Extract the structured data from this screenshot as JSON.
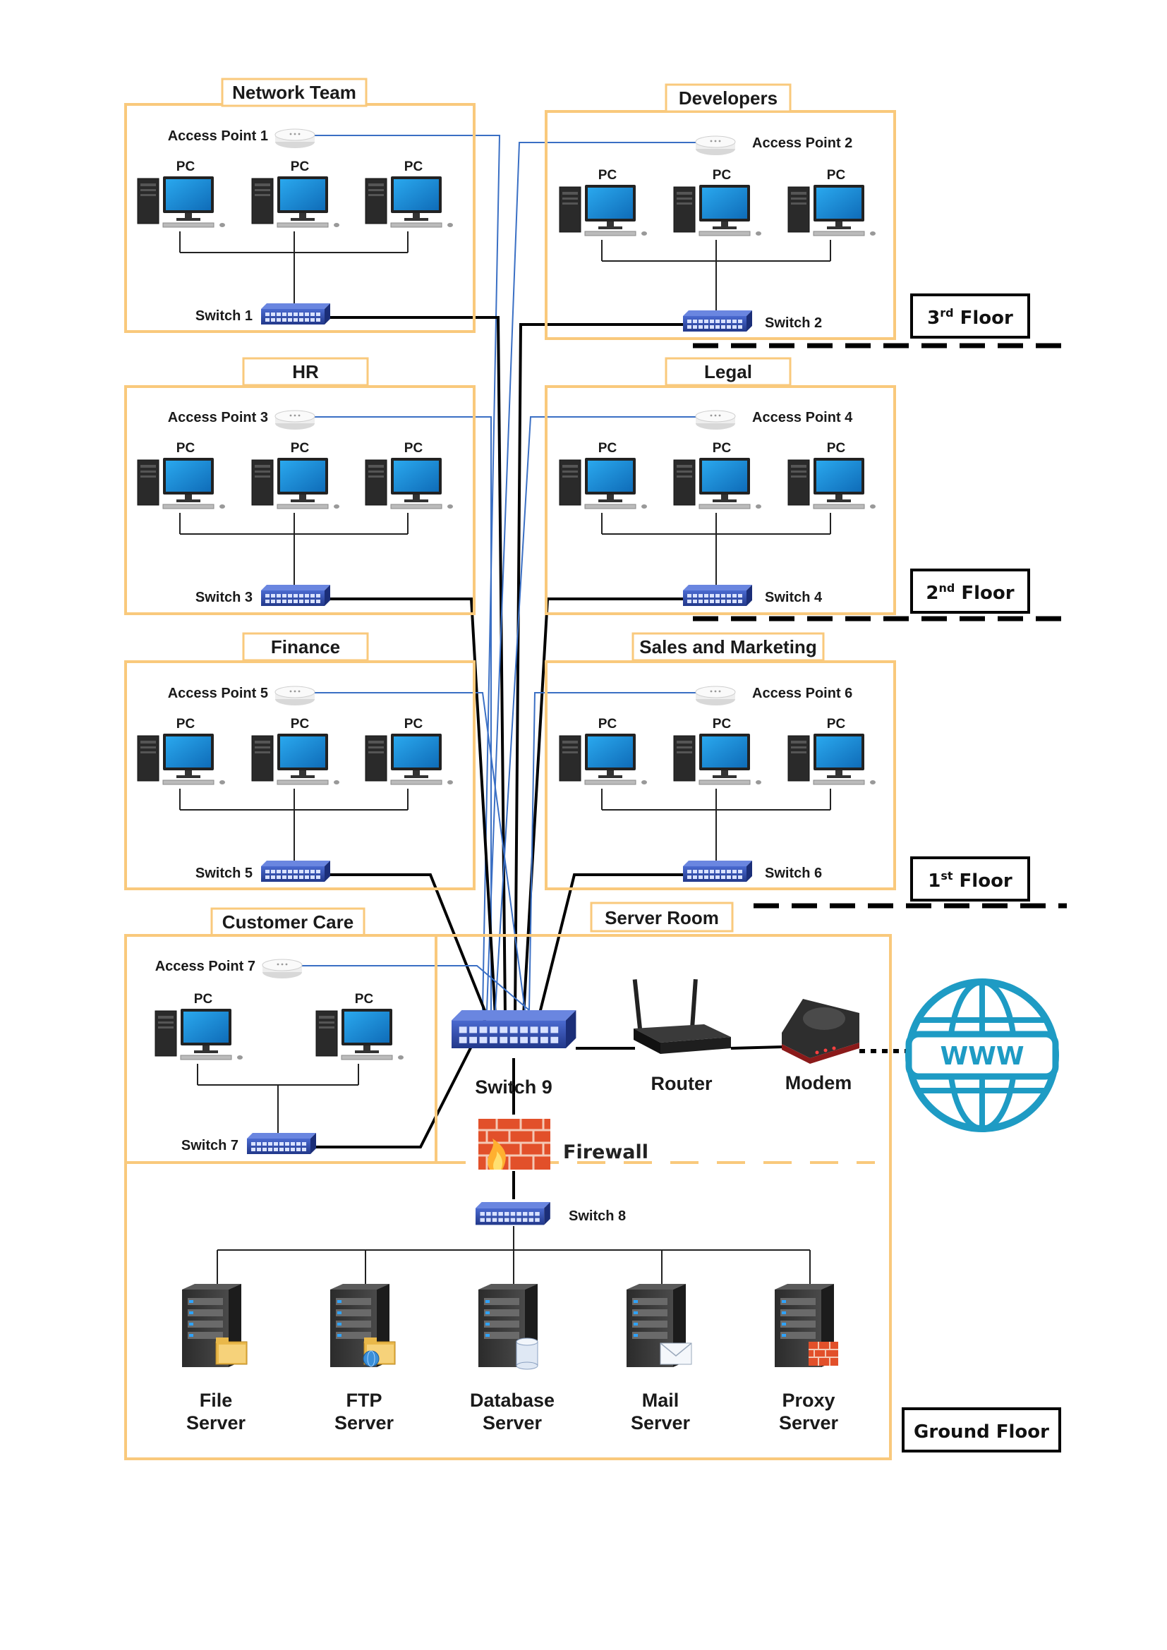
{
  "departments": [
    {
      "name": "Network Team",
      "access_point": "Access Point 1",
      "switch": "Switch 1",
      "pcs": [
        "PC",
        "PC",
        "PC"
      ]
    },
    {
      "name": "Developers",
      "access_point": "Access Point 2",
      "switch": "Switch 2",
      "pcs": [
        "PC",
        "PC",
        "PC"
      ]
    },
    {
      "name": "HR",
      "access_point": "Access Point 3",
      "switch": "Switch 3",
      "pcs": [
        "PC",
        "PC",
        "PC"
      ]
    },
    {
      "name": "Legal",
      "access_point": "Access Point 4",
      "switch": "Switch 4",
      "pcs": [
        "PC",
        "PC",
        "PC"
      ]
    },
    {
      "name": "Finance",
      "access_point": "Access Point 5",
      "switch": "Switch 5",
      "pcs": [
        "PC",
        "PC",
        "PC"
      ]
    },
    {
      "name": "Sales and Marketing",
      "access_point": "Access Point 6",
      "switch": "Switch 6",
      "pcs": [
        "PC",
        "PC",
        "PC"
      ]
    },
    {
      "name": "Customer Care",
      "access_point": "Access Point 7",
      "switch": "Switch 7",
      "pcs": [
        "PC",
        "PC"
      ]
    }
  ],
  "floors": [
    {
      "base": "3",
      "sup": "rd",
      "word": "Floor"
    },
    {
      "base": "2",
      "sup": "nd",
      "word": "Floor"
    },
    {
      "base": "1",
      "sup": "st",
      "word": "Floor"
    },
    {
      "base": "",
      "sup": "",
      "word": "Ground Floor"
    }
  ],
  "server_room": {
    "title": "Server Room",
    "core_switch": "Switch 9",
    "router": "Router",
    "modem": "Modem",
    "firewall": "Firewall",
    "server_switch": "Switch 8",
    "internet": "WWW",
    "servers": [
      {
        "line1": "File",
        "line2": "Server",
        "icon": "folder-icon"
      },
      {
        "line1": "FTP",
        "line2": "Server",
        "icon": "globe-folder-icon"
      },
      {
        "line1": "Database",
        "line2": "Server",
        "icon": "database-icon"
      },
      {
        "line1": "Mail",
        "line2": "Server",
        "icon": "envelope-icon"
      },
      {
        "line1": "Proxy",
        "line2": "Server",
        "icon": "brick-wall-icon"
      }
    ]
  },
  "colors": {
    "box_border": "#f9c97c",
    "wireless_link": "#3a6fc4",
    "wired_link": "#000000",
    "switch_body": "#2c4aa6",
    "monitor_screen": "#1b8fd6",
    "internet_globe": "#1e9bc4"
  }
}
